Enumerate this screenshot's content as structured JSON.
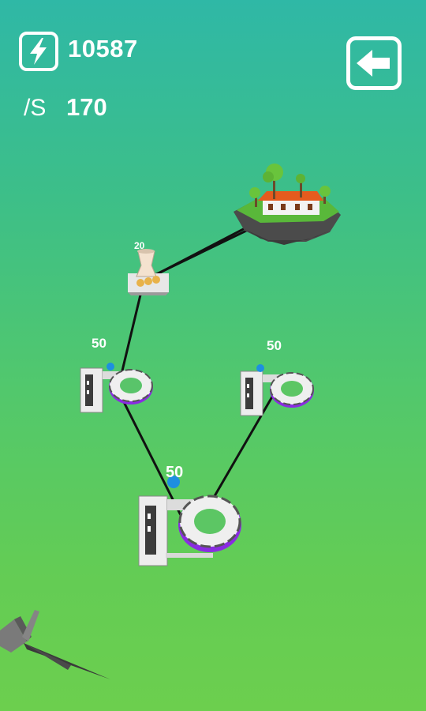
{
  "hud": {
    "energy_value": "10587",
    "rate_label": "/S",
    "rate_value": "170",
    "energy_icon": "lightning-bolt-icon",
    "back_icon": "arrow-left-icon"
  },
  "scene": {
    "generators": [
      {
        "id": "cooling-tower",
        "cost_label": "20"
      },
      {
        "id": "generator-left",
        "cost_label": "50"
      },
      {
        "id": "generator-right",
        "cost_label": "50"
      },
      {
        "id": "generator-bottom",
        "cost_label": "50"
      }
    ],
    "island": "floating-island-house",
    "windmill": "wind-turbine"
  },
  "colors": {
    "bg_top": "#2fb8a6",
    "bg_bottom": "#6ccf4e",
    "hud_text": "#ffffff",
    "wire": "#111111",
    "ring_accent": "#8a2be2"
  }
}
